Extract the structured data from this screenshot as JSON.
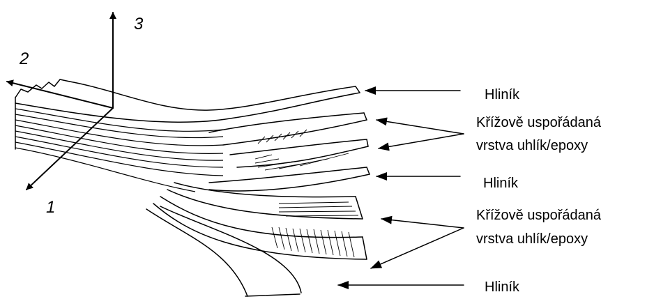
{
  "axes": {
    "axis_1": "1",
    "axis_2": "2",
    "axis_3": "3"
  },
  "layers": {
    "label_top_aluminium": "Hliník",
    "label_cross_ply_1_line1": "Křížově uspořádaná",
    "label_cross_ply_1_line2": "vrstva uhlík/epoxy",
    "label_middle_aluminium": "Hliník",
    "label_cross_ply_2_line1": "Křížově uspořádaná",
    "label_cross_ply_2_line2": "vrstva uhlík/epoxy",
    "label_bottom_aluminium": "Hliník"
  },
  "colors": {
    "ink": "#000000",
    "background": "#ffffff"
  }
}
